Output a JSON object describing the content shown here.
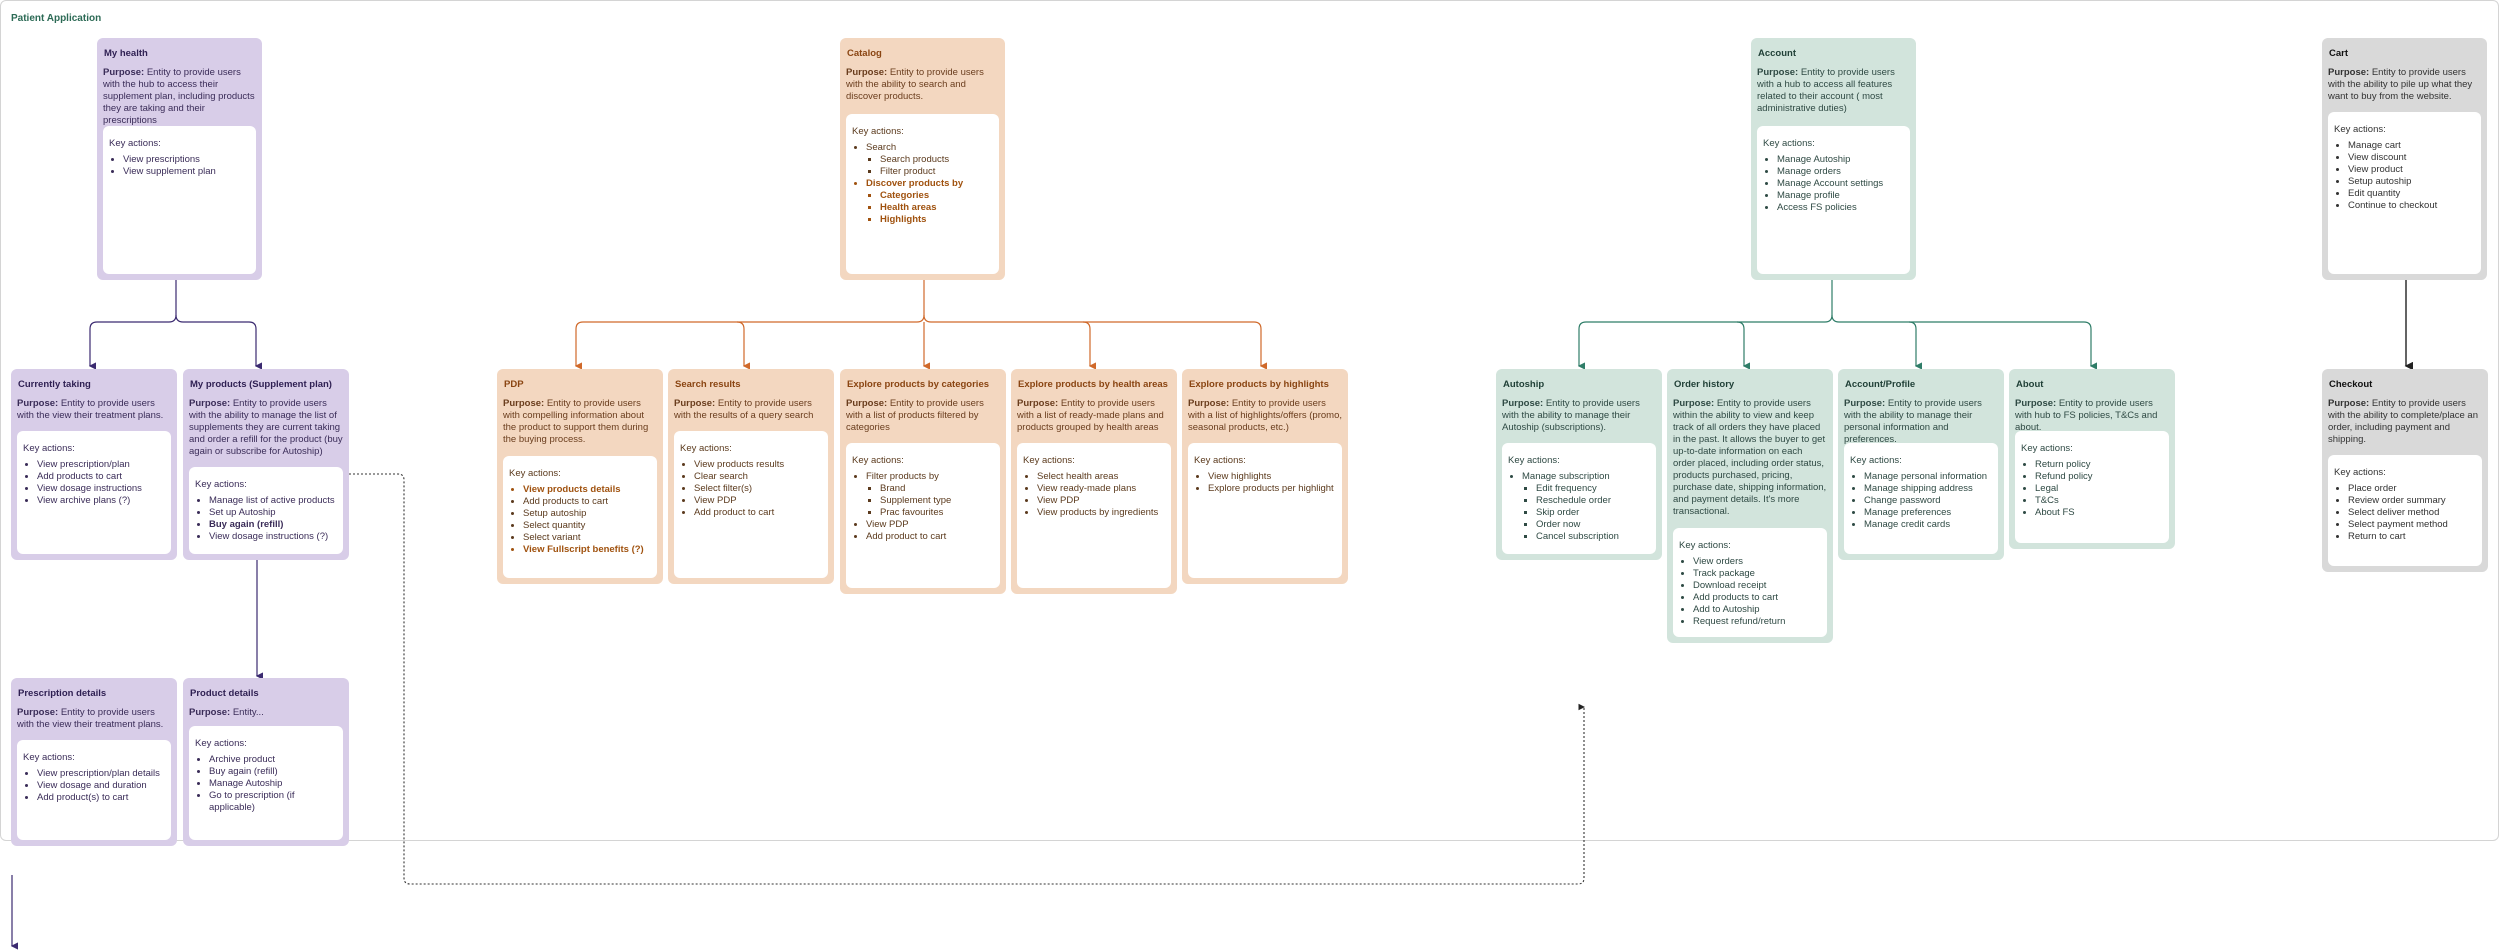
{
  "app_title": "Patient Application",
  "key_actions_label": "Key actions:",
  "purpose_label": "Purpose:",
  "cards": {
    "my_health": {
      "title": "My health",
      "purpose": "Entity to provide users with the hub to access their supplement plan, including products they are taking and their prescriptions",
      "actions": [
        "View prescriptions",
        "View supplement plan"
      ]
    },
    "catalog": {
      "title": "Catalog",
      "purpose": "Entity to provide users with the ability to search and discover products.",
      "search": "Search",
      "search_sub": [
        "Search products",
        "Filter product"
      ],
      "discover": "Discover products by",
      "discover_sub": [
        "Categories",
        "Health areas",
        "Highlights"
      ]
    },
    "account": {
      "title": "Account",
      "purpose": "Entity to provide users with a hub to access all features related to their account ( most administrative duties)",
      "actions": [
        "Manage Autoship",
        "Manage orders",
        "Manage Account settings",
        "Manage profile",
        "Access FS policies"
      ]
    },
    "cart": {
      "title": "Cart",
      "purpose": "Entity to provide users with the ability to pile up what they want to buy from the website.",
      "actions": [
        "Manage cart",
        "View discount",
        "View product",
        "Setup autoship",
        "Edit quantity",
        "Continue to checkout"
      ]
    },
    "currently_taking": {
      "title": "Currently taking",
      "purpose": "Entity to provide users with the view their treatment plans.",
      "actions": [
        "View prescription/plan",
        "Add products to cart",
        "View dosage instructions",
        "View archive plans (?)"
      ]
    },
    "my_products": {
      "title": "My products (Supplement plan)",
      "purpose": "Entity to provide users with the ability to manage the list of supplements they are current taking and order a refill for the product (buy again or subscribe for Autoship)",
      "actions": [
        "Manage list of active products",
        "Set up Autoship",
        "Buy again (refill)",
        "View dosage instructions (?)"
      ]
    },
    "pdp": {
      "title": "PDP",
      "purpose": "Entity to provide users with compelling information about the product to support them during the buying process.",
      "actions": [
        "View products details",
        "Add products to cart",
        "Setup autoship",
        "Select quantity",
        "Select variant",
        "View Fullscript benefits (?)"
      ]
    },
    "search_results": {
      "title": "Search results",
      "purpose": "Entity to provide users with the results of a query search",
      "actions": [
        "View products results",
        "Clear search",
        "Select filter(s)",
        "View PDP",
        "Add product to cart"
      ]
    },
    "by_categories": {
      "title": "Explore products by categories",
      "purpose": "Entity to provide users with a list of products filtered by categories",
      "filter": "Filter products by",
      "filter_sub": [
        "Brand",
        "Supplement type",
        "Prac favourites"
      ],
      "actions": [
        "View PDP",
        "Add product to cart"
      ]
    },
    "by_health": {
      "title": "Explore products by health areas",
      "purpose": "Entity to provide users with a list of ready-made plans and products grouped by health areas",
      "actions": [
        "Select health areas",
        "View ready-made plans",
        "View PDP",
        "View products by ingredients"
      ]
    },
    "by_highlights": {
      "title": "Explore products by highlights",
      "purpose": "Entity to provide users with a list of highlights/offers (promo, seasonal products, etc.)",
      "actions": [
        "View highlights",
        "Explore products per highlight"
      ]
    },
    "autoship": {
      "title": "Autoship",
      "purpose": "Entity to provide users with the ability to manage their Autoship (subscriptions).",
      "manage": "Manage subscription",
      "manage_sub": [
        "Edit frequency",
        "Reschedule order",
        "Skip order",
        "Order now",
        "Cancel subscription"
      ]
    },
    "order_history": {
      "title": "Order history",
      "purpose": "Entity to provide users within the ability to view and keep track of all orders they have placed in the past. It allows the buyer to get up-to-date information on each order placed, including order status, products purchased, pricing, purchase date, shipping information, and payment details. It's more transactional.",
      "actions": [
        "View orders",
        "Track package",
        "Download receipt",
        "Add products to cart",
        "Add to Autoship",
        "Request refund/return"
      ]
    },
    "account_profile": {
      "title": "Account/Profile",
      "purpose": "Entity to provide users with the ability to manage their personal information and preferences.",
      "actions": [
        "Manage personal information",
        "Manage shipping address",
        "Change password",
        "Manage  preferences",
        "Manage credit cards"
      ]
    },
    "about": {
      "title": "About",
      "purpose": "Entity to provide users with hub to FS policies, T&Cs and about.",
      "actions": [
        "Return policy",
        "Refund policy",
        "Legal",
        "T&Cs",
        "About FS"
      ]
    },
    "checkout": {
      "title": "Checkout",
      "purpose": "Entity to provide users with the ability to complete/place an order, including payment and shipping.",
      "actions": [
        "Place order",
        "Review order summary",
        "Select deliver method",
        "Select payment method",
        "Return to cart"
      ]
    },
    "prescription_details": {
      "title": "Prescription details",
      "purpose": "Entity to provide users with the view their treatment plans.",
      "actions": [
        "View prescription/plan details",
        "View dosage and duration",
        "Add product(s) to cart"
      ]
    },
    "product_details": {
      "title": "Product details",
      "purpose": "Entity...",
      "actions": [
        "Archive product",
        "Buy again (refill)",
        "Manage Autoship",
        "Go to prescription (if applicable)"
      ]
    }
  },
  "colors": {
    "purple_edge": "#3b2a70",
    "peach_edge": "#d0692a",
    "green_edge": "#2f7d68",
    "grey_edge": "#333333"
  }
}
